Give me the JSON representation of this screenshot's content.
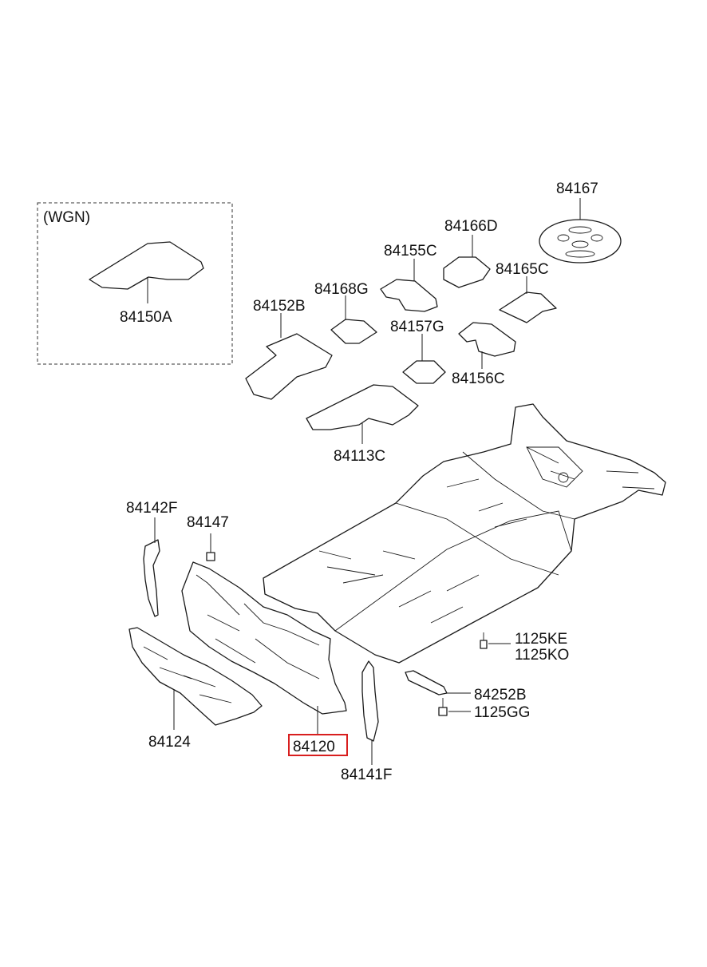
{
  "diagram": {
    "variant_note": "(WGN)",
    "highlight_color": "#d81e1e",
    "labels": {
      "p84167": "84167",
      "p84166D": "84166D",
      "p84155C": "84155C",
      "p84165C": "84165C",
      "p84168G": "84168G",
      "p84152B": "84152B",
      "p84157G": "84157G",
      "p84156C": "84156C",
      "p84113C": "84113C",
      "p84150A": "84150A",
      "p84142F": "84142F",
      "p84147": "84147",
      "p1125KE": "1125KE",
      "p1125KO": "1125KO",
      "p84252B": "84252B",
      "p1125GG": "1125GG",
      "p84124": "84124",
      "p84120": "84120",
      "p84141F": "84141F"
    },
    "highlighted_part": "84120"
  }
}
